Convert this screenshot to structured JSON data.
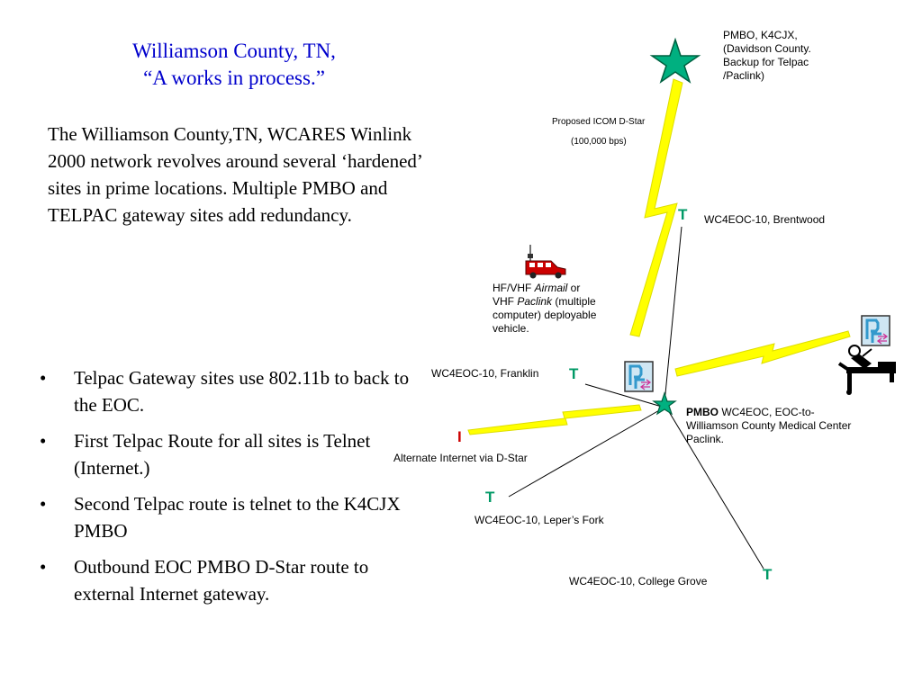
{
  "title": {
    "line1": "Williamson County, TN,",
    "line2": "“A works in process.”"
  },
  "intro": "The Williamson County,TN, WCARES Winlink 2000 network revolves around several ‘hardened’ sites in prime locations. Multiple PMBO and TELPAC gateway sites add redundancy.",
  "bullets": [
    "Telpac Gateway sites use 802.11b to back to the EOC.",
    "First Telpac Route for all sites is Telnet (Internet.)",
    "Second Telpac route is telnet to the K4CJX PMBO",
    "Outbound EOC PMBO D-Star route to external Internet gateway."
  ],
  "labels": {
    "pmbo_k4cjx": [
      "PMBO, K4CJX,",
      "(Davidson County.",
      "Backup for Telpac",
      "/Paclink)"
    ],
    "icom_line1": "Proposed ICOM D-Star",
    "icom_line2": "(100,000 bps)",
    "brentwood": "WC4EOC-10, Brentwood",
    "vehicle_hfvhf": "HF/VHF ",
    "vehicle_airmail": "Airmail",
    "vehicle_or": " or",
    "vehicle_vhf": "VHF ",
    "vehicle_paclink": "Paclink",
    "vehicle_rest1": " (multiple",
    "vehicle_rest2": "computer) deployable",
    "vehicle_rest3": "vehicle.",
    "franklin": "WC4EOC-10, Franklin",
    "alt_internet": "Alternate Internet via D-Star",
    "eoc_bold": "PMBO",
    "eoc_line1": " WC4EOC, EOC-to-",
    "eoc_line2": "Williamson County Medical Center",
    "eoc_line3": "Paclink.",
    "lepers_fork": "WC4EOC-10, Leper’s Fork",
    "college_grove": "WC4EOC-10, College Grove"
  },
  "marks": {
    "telpac": "T",
    "internet": "I"
  },
  "icons": {
    "star": "star-icon",
    "vehicle": "vehicle-icon",
    "paclink": "paclink-icon",
    "medical": "medical-icon",
    "lightning": "lightning-bolt-icon"
  },
  "colors": {
    "title": "#0000cc",
    "star": "#00b080",
    "lightning": "#ffff00",
    "telpac_mark": "#009966",
    "internet_mark": "#cc0000"
  }
}
